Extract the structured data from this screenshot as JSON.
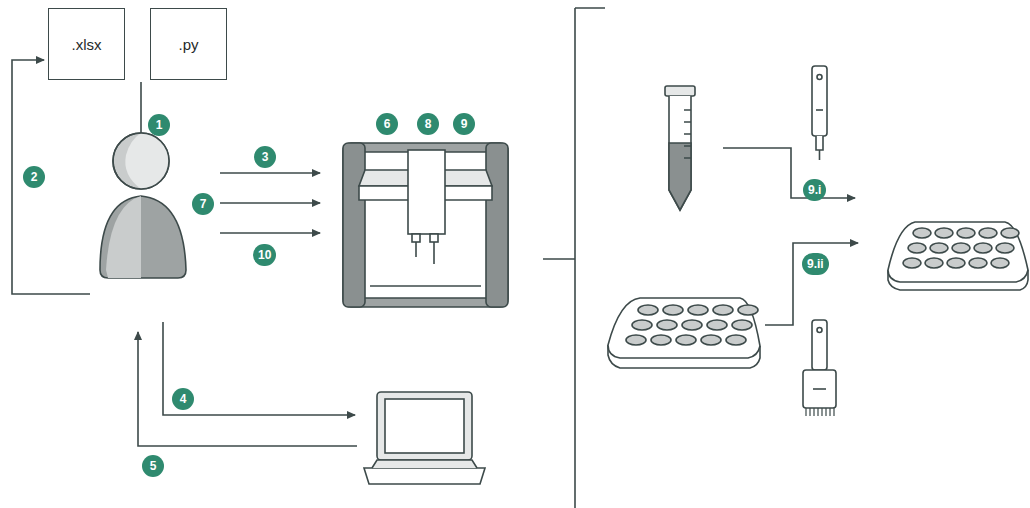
{
  "diagram": {
    "nodes": [
      {
        "text": [
          ".xlsx"
        ]
      },
      {
        "text": [
          ".py"
        ]
      }
    ],
    "labels": [
      "1",
      "2",
      "3",
      "7",
      "10",
      "4",
      "5",
      "6",
      "8",
      "9",
      "9.i",
      "9.ii"
    ]
  }
}
